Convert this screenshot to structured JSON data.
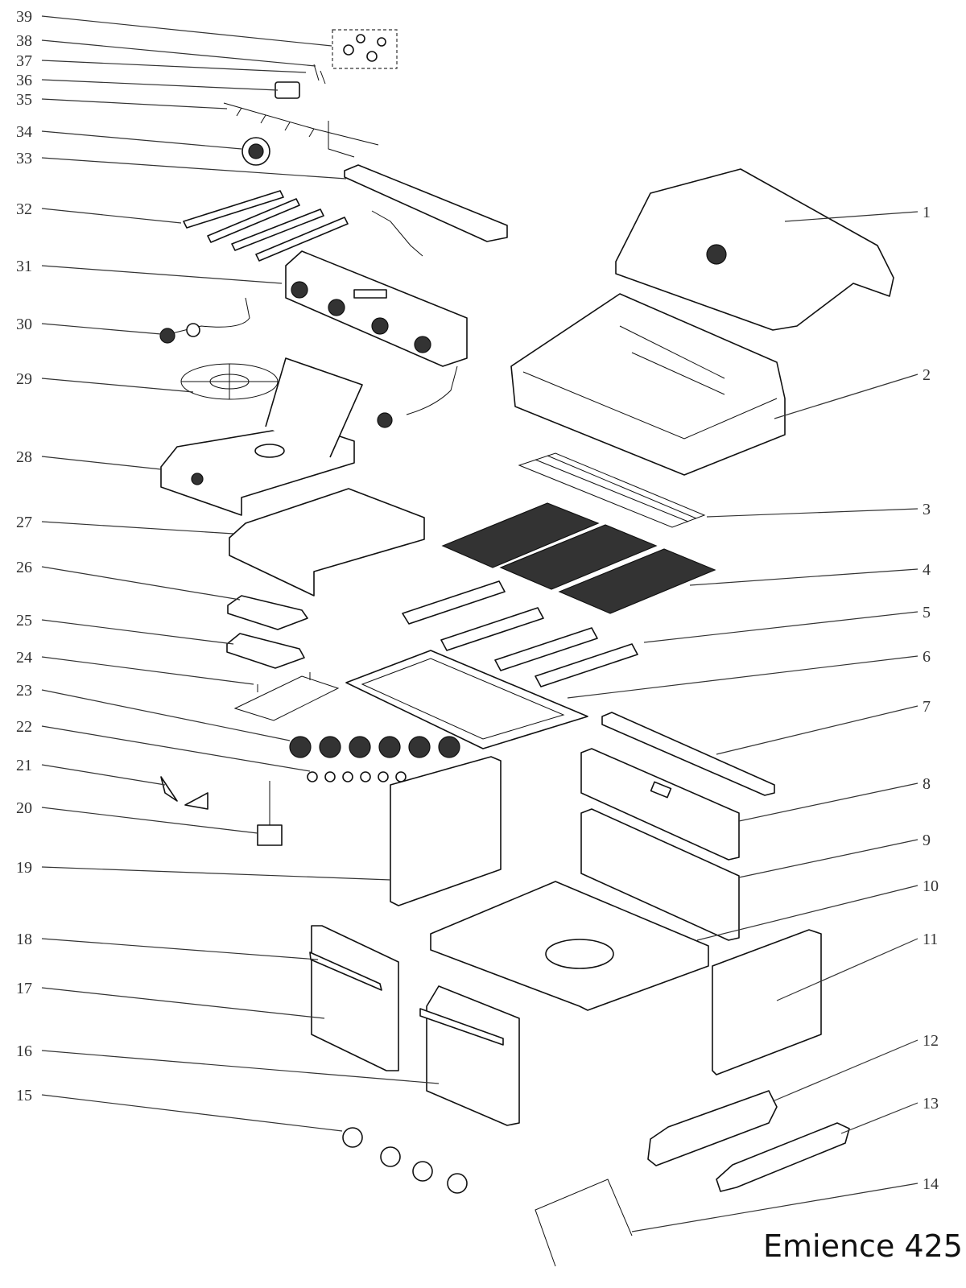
{
  "model_name": "Emience 425",
  "part_numbers": [
    "1",
    "2",
    "3",
    "4",
    "5",
    "6",
    "7",
    "8",
    "9",
    "10",
    "11",
    "12",
    "13",
    "14",
    "15",
    "16",
    "17",
    "18",
    "19",
    "20",
    "21",
    "22",
    "23",
    "24",
    "25",
    "26",
    "27",
    "28",
    "29",
    "30",
    "31",
    "32",
    "33",
    "34",
    "35",
    "36",
    "37",
    "38",
    "39"
  ]
}
